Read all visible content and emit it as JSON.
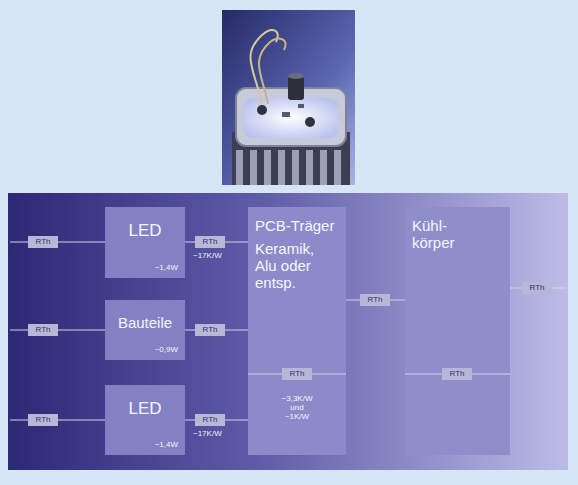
{
  "diagram": {
    "nodes": [
      {
        "text": [
          "RTh"
        ]
      },
      {
        "text": [
          "LED",
          "~1,4W"
        ]
      },
      {
        "text": [
          "RTh"
        ]
      },
      {
        "text": [
          "PCB-Träger",
          "Keramik, Alu oder entsp.",
          "~3,3K/W und ~1K/W"
        ]
      },
      {
        "text": [
          "RTh"
        ],
        "in": 3
      },
      {
        "text": [
          "RTh"
        ]
      },
      {
        "text": [
          "Kühl- körper"
        ]
      },
      {
        "text": [
          "RTh"
        ],
        "in": 6
      },
      {
        "text": [
          "RTh"
        ]
      },
      {
        "text": [
          "RTh"
        ]
      },
      {
        "text": [
          "Bauteile",
          "~0,9W"
        ]
      },
      {
        "text": [
          "RTh"
        ]
      },
      {
        "text": [
          "RTh"
        ]
      },
      {
        "text": [
          "LED",
          "~1,4W"
        ]
      },
      {
        "text": [
          "RTh"
        ]
      }
    ],
    "edges": [
      {
        "from": 0,
        "to": 1,
        "arrow": "none"
      },
      {
        "from": 1,
        "to": 2,
        "arrow": "none"
      },
      {
        "from": 2,
        "to": 3,
        "arrow": "none"
      },
      {
        "from": 9,
        "to": 10,
        "arrow": "none"
      },
      {
        "from": 10,
        "to": 11,
        "arrow": "none"
      },
      {
        "from": 11,
        "to": 3,
        "arrow": "none"
      },
      {
        "from": 12,
        "to": 13,
        "arrow": "none"
      },
      {
        "from": 13,
        "to": 14,
        "arrow": "none"
      },
      {
        "from": 14,
        "to": 3,
        "arrow": "none"
      },
      {
        "from": 3,
        "to": 5,
        "arrow": "none"
      },
      {
        "from": 5,
        "to": 6,
        "arrow": "none"
      },
      {
        "from": 6,
        "to": 8,
        "arrow": "none"
      }
    ],
    "labels": [
      "~17K/W",
      "~17K/W"
    ]
  }
}
